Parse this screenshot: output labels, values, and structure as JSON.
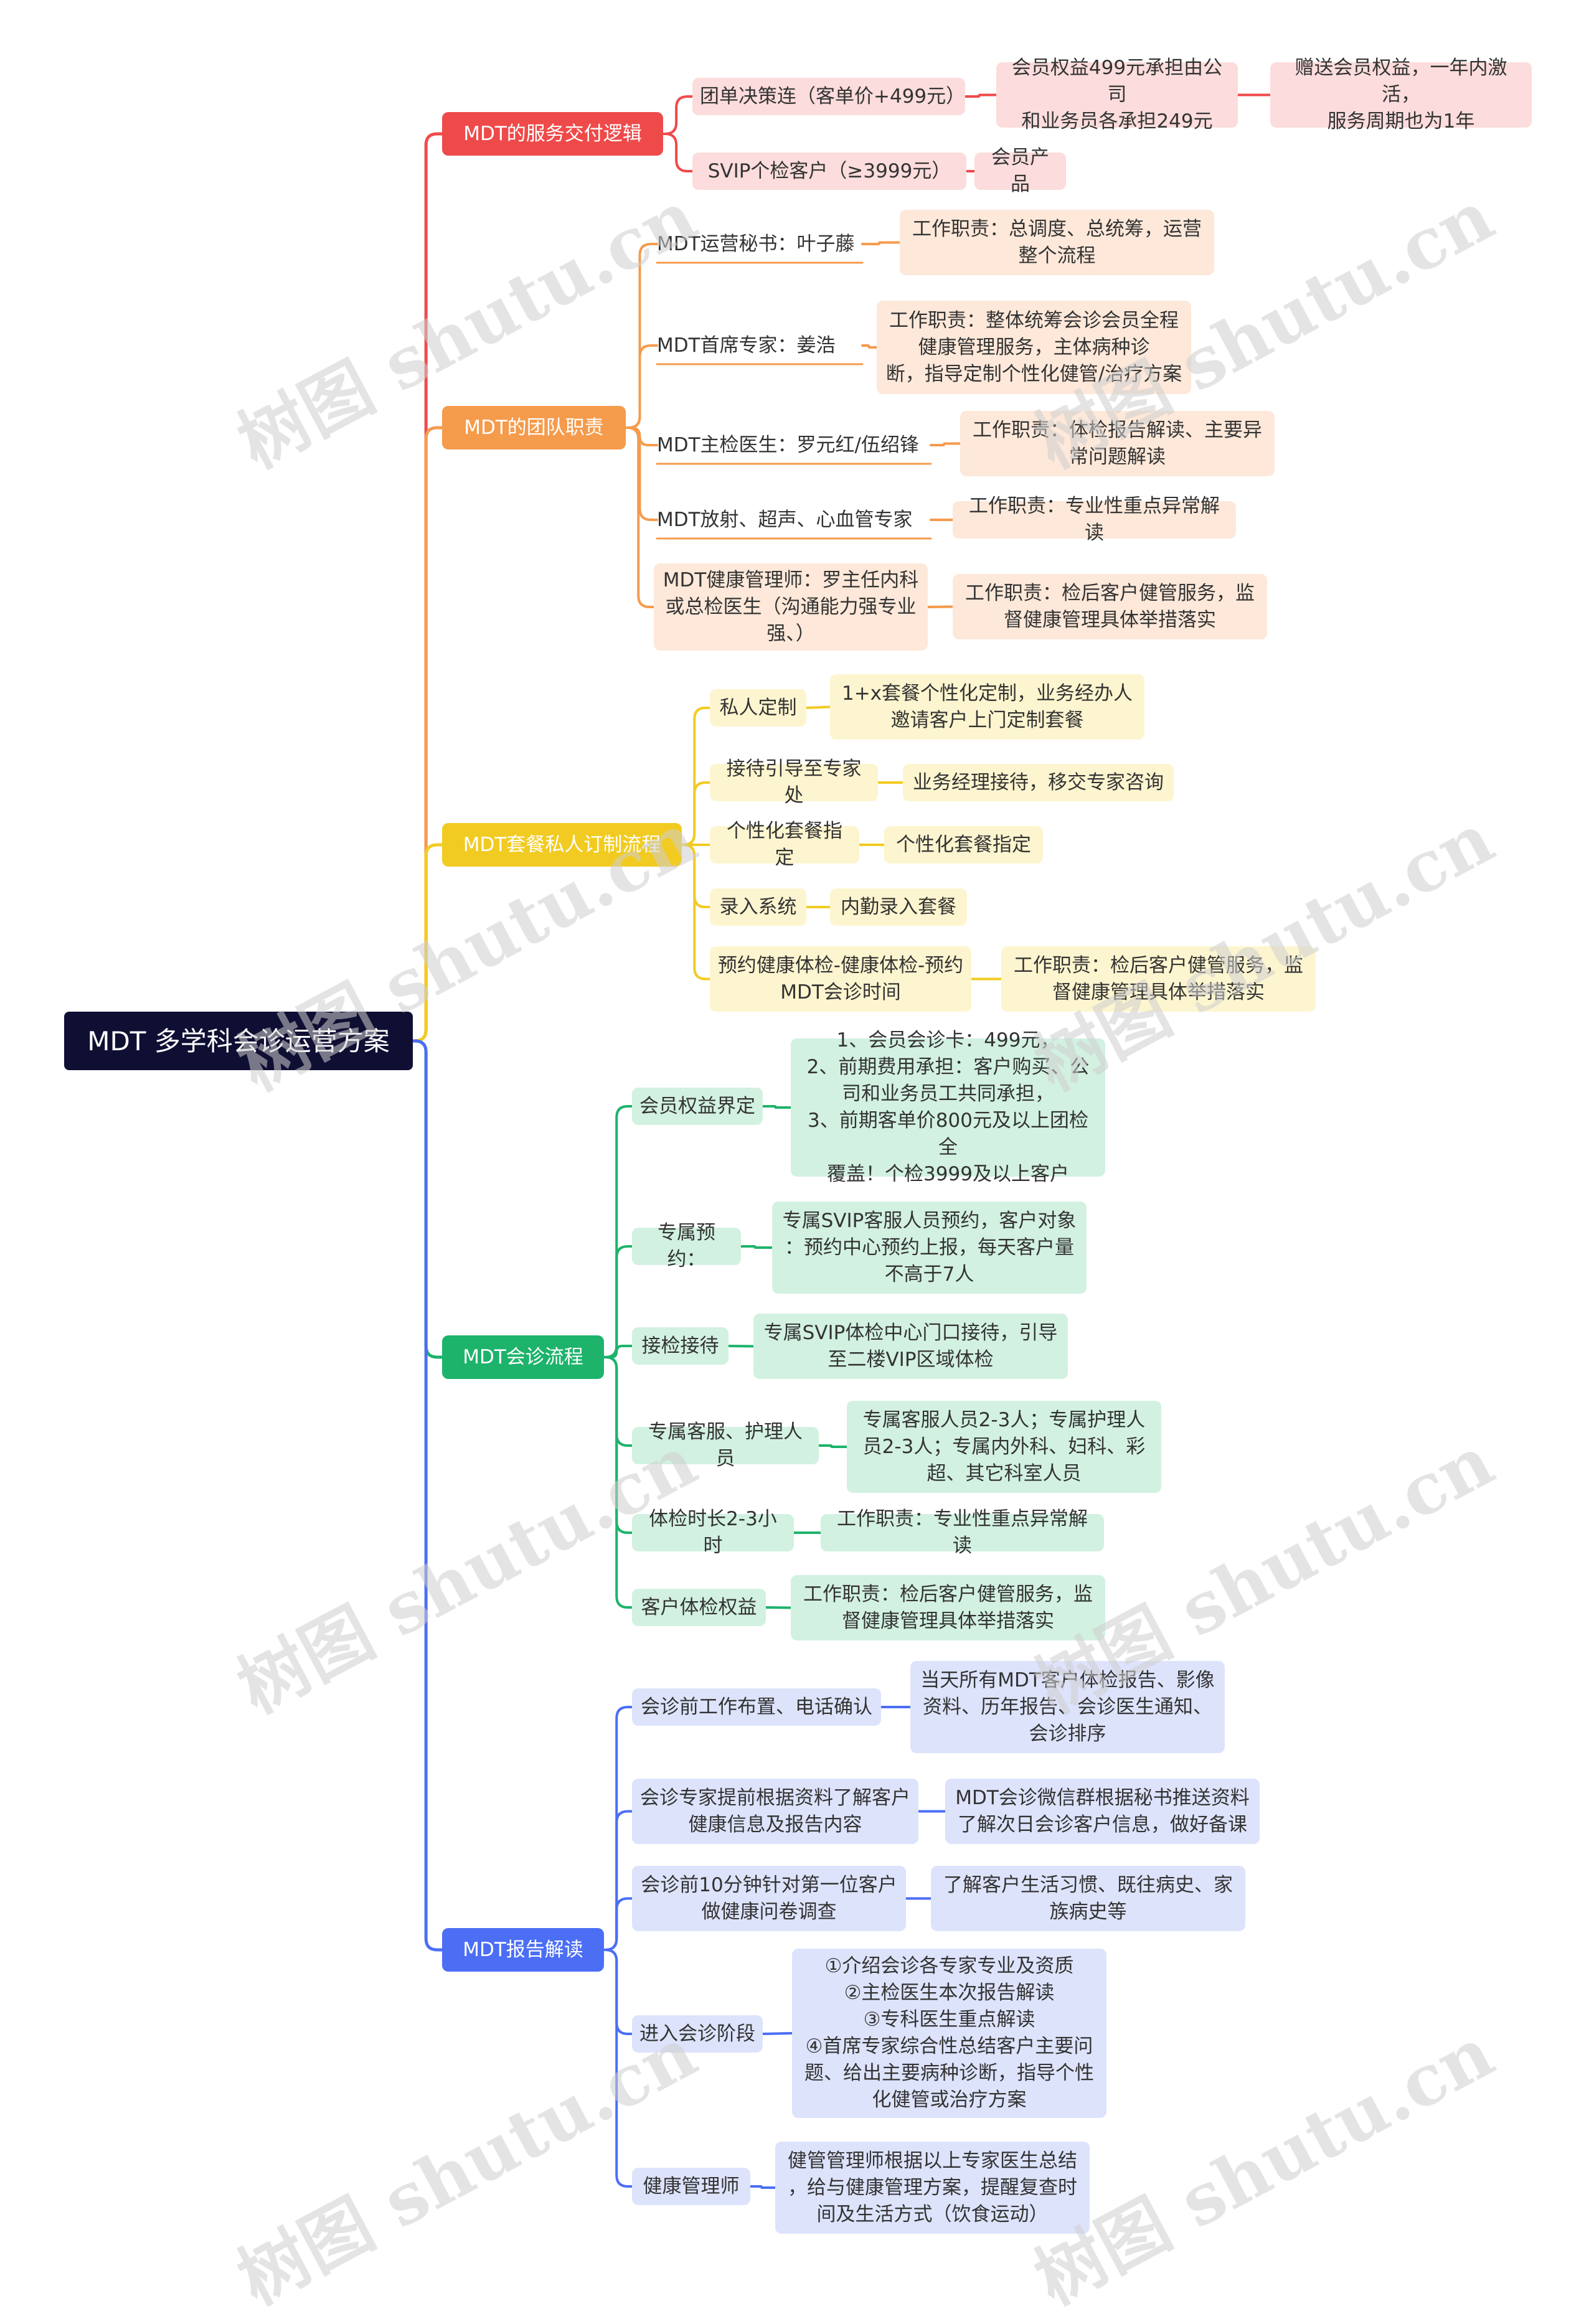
{
  "root": {
    "label": "MDT 多学科会诊运营方案"
  },
  "branches": [
    {
      "id": "b1",
      "label": "MDT的服务交付逻辑",
      "color": "#ef4a4a",
      "light": "#fcdcdc",
      "children": [
        {
          "id": "b1c1",
          "label": "团单决策连（客单价+499元）",
          "details": [
            {
              "id": "b1c1d1",
              "label": "会员权益499元承担由公司\n和业务员各承担249元",
              "sub": {
                "id": "b1c1d1s1",
                "label": "赠送会员权益，一年内激活，\n服务周期也为1年"
              }
            }
          ]
        },
        {
          "id": "b1c2",
          "label": "SVIP个检客户（≥3999元）",
          "details": [
            {
              "id": "b1c2d1",
              "label": "会员产品"
            }
          ]
        }
      ]
    },
    {
      "id": "b2",
      "label": "MDT的团队职责",
      "color": "#f59b4c",
      "light": "#fde8d9",
      "children": [
        {
          "id": "b2c1",
          "label": "MDT运营秘书：叶子藤",
          "details": [
            {
              "id": "b2c1d1",
              "label": "工作职责：总调度、总统筹，运营\n整个流程"
            }
          ]
        },
        {
          "id": "b2c2",
          "label": "MDT首席专家：姜浩",
          "details": [
            {
              "id": "b2c2d1",
              "label": "工作职责：整体统筹会诊会员全程\n健康管理服务，主体病种诊\n断，指导定制个性化健管/治疗方案"
            }
          ]
        },
        {
          "id": "b2c3",
          "label": "MDT主检医生：罗元红/伍绍锋",
          "details": [
            {
              "id": "b2c3d1",
              "label": "工作职责：体检报告解读、主要异\n常问题解读"
            }
          ]
        },
        {
          "id": "b2c4",
          "label": "MDT放射、超声、心血管专家",
          "details": [
            {
              "id": "b2c4d1",
              "label": "工作职责：专业性重点异常解读"
            }
          ]
        },
        {
          "id": "b2c5",
          "label": "MDT健康管理师：罗主任内科\n或总检医生（沟通能力强专业\n强、）",
          "details": [
            {
              "id": "b2c5d1",
              "label": "工作职责：检后客户健管服务，监\n督健康管理具体举措落实"
            }
          ]
        }
      ]
    },
    {
      "id": "b3",
      "label": "MDT套餐私人订制流程",
      "color": "#f2cb22",
      "light": "#fdf5cf",
      "children": [
        {
          "id": "b3c1",
          "label": "私人定制",
          "details": [
            {
              "id": "b3c1d1",
              "label": "1+x套餐个性化定制，业务经办人\n邀请客户上门定制套餐"
            }
          ]
        },
        {
          "id": "b3c2",
          "label": "接待引导至专家处",
          "details": [
            {
              "id": "b3c2d1",
              "label": "业务经理接待，移交专家咨询"
            }
          ]
        },
        {
          "id": "b3c3",
          "label": "个性化套餐指定",
          "details": [
            {
              "id": "b3c3d1",
              "label": "个性化套餐指定"
            }
          ]
        },
        {
          "id": "b3c4",
          "label": "录入系统",
          "details": [
            {
              "id": "b3c4d1",
              "label": "内勤录入套餐"
            }
          ]
        },
        {
          "id": "b3c5",
          "label": "预约健康体检-健康体检-预约\nMDT会诊时间",
          "details": [
            {
              "id": "b3c5d1",
              "label": "工作职责：检后客户健管服务，监\n督健康管理具体举措落实"
            }
          ]
        }
      ]
    },
    {
      "id": "b4",
      "label": "MDT会诊流程",
      "color": "#1db36b",
      "light": "#d2f1e1",
      "children": [
        {
          "id": "b4c1",
          "label": "会员权益界定",
          "details": [
            {
              "id": "b4c1d1",
              "label": "1、会员会诊卡：499元，\n2、前期费用承担：客户购买、公\n司和业务员工共同承担，\n3、前期客单价800元及以上团检全\n覆盖！个检3999及以上客户"
            }
          ]
        },
        {
          "id": "b4c2",
          "label": "专属预约：",
          "details": [
            {
              "id": "b4c2d1",
              "label": "专属SVIP客服人员预约，客户对象\n：预约中心预约上报，每天客户量\n不高于7人"
            }
          ]
        },
        {
          "id": "b4c3",
          "label": "接检接待",
          "details": [
            {
              "id": "b4c3d1",
              "label": "专属SVIP体检中心门口接待，引导\n至二楼VIP区域体检"
            }
          ]
        },
        {
          "id": "b4c4",
          "label": "专属客服、护理人员",
          "details": [
            {
              "id": "b4c4d1",
              "label": "专属客服人员2-3人；专属护理人\n员2-3人；专属内外科、妇科、彩\n超、其它科室人员"
            }
          ]
        },
        {
          "id": "b4c5",
          "label": "体检时长2-3小时",
          "details": [
            {
              "id": "b4c5d1",
              "label": "工作职责：专业性重点异常解读"
            }
          ]
        },
        {
          "id": "b4c6",
          "label": "客户体检权益",
          "details": [
            {
              "id": "b4c6d1",
              "label": "工作职责：检后客户健管服务，监\n督健康管理具体举措落实"
            }
          ]
        }
      ]
    },
    {
      "id": "b5",
      "label": "MDT报告解读",
      "color": "#4b6ef5",
      "light": "#dde3fb",
      "children": [
        {
          "id": "b5c1",
          "label": "会诊前工作布置、电话确认",
          "details": [
            {
              "id": "b5c1d1",
              "label": "当天所有MDT客户体检报告、影像\n资料、历年报告、会诊医生通知、\n会诊排序"
            }
          ]
        },
        {
          "id": "b5c2",
          "label": "会诊专家提前根据资料了解客户\n健康信息及报告内容",
          "details": [
            {
              "id": "b5c2d1",
              "label": "MDT会诊微信群根据秘书推送资料\n了解次日会诊客户信息，做好备课"
            }
          ]
        },
        {
          "id": "b5c3",
          "label": "会诊前10分钟针对第一位客户\n做健康问卷调查",
          "details": [
            {
              "id": "b5c3d1",
              "label": "了解客户生活习惯、既往病史、家\n族病史等"
            }
          ]
        },
        {
          "id": "b5c4",
          "label": "进入会诊阶段",
          "details": [
            {
              "id": "b5c4d1",
              "label": "①介绍会诊各专家专业及资质\n②主检医生本次报告解读\n③专科医生重点解读\n④首席专家综合性总结客户主要问\n题、给出主要病种诊断，指导个性\n化健管或治疗方案"
            }
          ]
        },
        {
          "id": "b5c5",
          "label": "健康管理师",
          "details": [
            {
              "id": "b5c5d1",
              "label": "健管管理师根据以上专家医生总结\n，给与健康管理方案，提醒复查时\n间及生活方式（饮食运动）"
            }
          ]
        }
      ]
    }
  ],
  "watermark": {
    "text": "树图 shutu.cn"
  }
}
